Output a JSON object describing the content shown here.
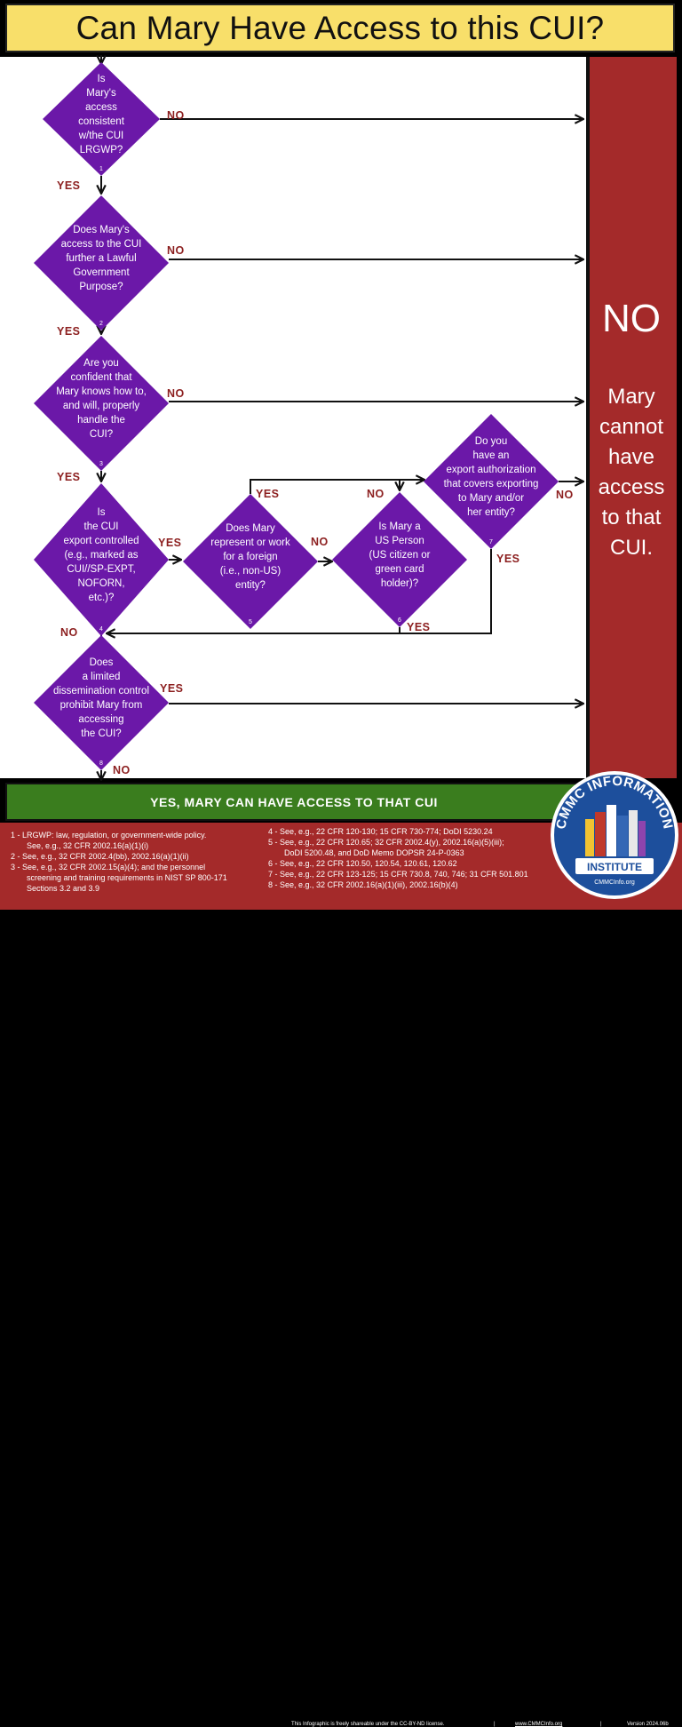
{
  "title": "Can Mary Have Access to this CUI?",
  "decisions": [
    {
      "lines": [
        "Is",
        "Mary's",
        "access",
        "consistent",
        "w/the CUI",
        "LRGWP?"
      ],
      "ref": "1"
    },
    {
      "lines": [
        "Does Mary's",
        "access to the CUI",
        "further a Lawful",
        "Government",
        "Purpose?"
      ],
      "ref": "2"
    },
    {
      "lines": [
        "Are you",
        "confident that",
        "Mary knows how to,",
        "and will, properly",
        "handle the",
        "CUI?"
      ],
      "ref": "3"
    },
    {
      "lines": [
        "Is",
        "the CUI",
        "export controlled",
        "(e.g., marked as",
        "CUI//SP-EXPT,",
        "NOFORN,",
        "etc.)?"
      ],
      "ref": "4"
    },
    {
      "lines": [
        "Does Mary",
        "represent or work",
        "for a foreign",
        "(i.e., non-US)",
        "entity?"
      ],
      "ref": "5"
    },
    {
      "lines": [
        "Is Mary a",
        "US Person",
        "(US citizen or",
        "green card",
        "holder)?"
      ],
      "ref": "6"
    },
    {
      "lines": [
        "Do you",
        "have an",
        "export authorization",
        "that covers exporting",
        "to Mary and/or",
        "her entity?"
      ],
      "ref": "7"
    },
    {
      "lines": [
        "Does",
        "a limited",
        "dissemination control",
        "prohibit Mary from",
        "accessing",
        "the CUI?"
      ],
      "ref": "8"
    }
  ],
  "labels": {
    "yes": "YES",
    "no": "NO"
  },
  "no_panel": {
    "heading": "NO",
    "lines": [
      "Mary",
      "cannot",
      "have",
      "access",
      "to that",
      "CUI."
    ]
  },
  "yes_bar": "YES, MARY CAN HAVE ACCESS TO THAT CUI",
  "footnotes_left": [
    {
      "text": "1 - LRGWP: law, regulation, or government-wide policy.",
      "cont": false
    },
    {
      "text": "See, e.g., 32 CFR 2002.16(a)(1)(i)",
      "cont": true
    },
    {
      "text": "2 - See, e.g., 32 CFR 2002.4(bb), 2002.16(a)(1)(ii)",
      "cont": false
    },
    {
      "text": "3 - See, e.g., 32 CFR 2002.15(a)(4); and the personnel",
      "cont": false
    },
    {
      "text": "screening and training requirements in NIST SP 800-171",
      "cont": true
    },
    {
      "text": "Sections 3.2 and 3.9",
      "cont": true
    }
  ],
  "footnotes_right": [
    {
      "text": "4 - See, e.g., 22 CFR 120-130; 15 CFR 730-774; DoDI 5230.24",
      "cont": false
    },
    {
      "text": "5 - See, e.g., 22 CFR 120.65; 32 CFR 2002.4(y), 2002.16(a)(5)(iii);",
      "cont": false
    },
    {
      "text": "DoDI 5200.48, and DoD Memo DOPSR 24-P-0363",
      "cont": true
    },
    {
      "text": "6 - See, e.g., 22 CFR 120.50, 120.54, 120.61, 120.62",
      "cont": false
    },
    {
      "text": "7 - See, e.g., 22 CFR 123-125; 15 CFR 730.8, 740, 746; 31 CFR 501.801",
      "cont": false
    },
    {
      "text": "8 - See, e.g., 32 CFR 2002.16(a)(1)(iii), 2002.16(b)(4)",
      "cont": false
    }
  ],
  "share_text": "This Infographic is freely shareable under the CC-BY-ND license.",
  "share_sep": "|",
  "share_url": "www.CMMCInfo.org",
  "version": "Version 2024.06b",
  "logo": {
    "arc_text": "CMMC INFORMATION",
    "banner": "INSTITUTE",
    "url": "CMMCInfo.org"
  },
  "colors": {
    "diamond": "#6b18a8",
    "panel": "#a42a2a",
    "title_bg": "#f8df6a",
    "yes_bar": "#3a7d1e",
    "label": "#8c1f1f",
    "logo_blue": "#1d4f9c"
  }
}
